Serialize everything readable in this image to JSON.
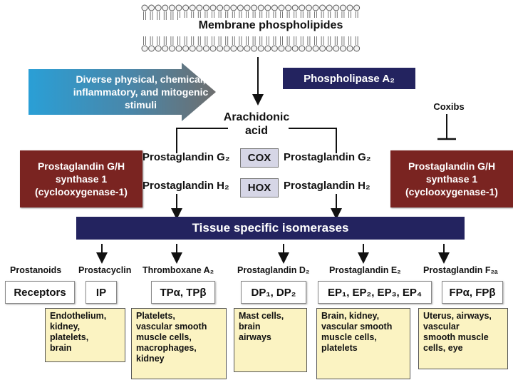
{
  "membrane": {
    "title": "Membrane phospholipides"
  },
  "stimuli": {
    "text": "Diverse physical, chemical, inflammatory, and mitogenic stimuli"
  },
  "phospholipase": {
    "label": "Phospholipase A₂"
  },
  "coxibs": {
    "label": "Coxibs"
  },
  "arachidonic": {
    "label": "Arachidonic acid"
  },
  "pghs_left": {
    "label": "Prostaglandin G/H synthase 1 (cyclooxygenase-1)"
  },
  "pghs_right": {
    "label": "Prostaglandin G/H synthase 1 (cyclooxygenase-1)"
  },
  "pg_g2": "Prostaglandin G₂",
  "pg_h2": "Prostaglandin H₂",
  "enzymes": {
    "cox": "COX",
    "hox": "HOX"
  },
  "isomerases": {
    "label": "Tissue specific isomerases"
  },
  "prostanoids": {
    "header": "Prostanoids",
    "items": [
      "Prostacyclin",
      "Thromboxane A₂",
      "Prostaglandin D₂",
      "Prostaglandin E₂",
      "Prostaglandin F₂ₐ"
    ]
  },
  "receptors": {
    "header": "Receptors",
    "items": [
      "IP",
      "TPα, TPβ",
      "DP₁, DP₂",
      "EP₁, EP₂, EP₃, EP₄",
      "FPα, FPβ"
    ]
  },
  "tissues": [
    "Endothelium,\nkidney,\nplatelets,\nbrain",
    "Platelets,\nvascular smooth\nmuscle cells,\nmacrophages,\nkidney",
    "Mast cells,\nbrain\nairways",
    "Brain, kidney,\nvascular smooth\nmuscle cells,\nplatelets",
    "Uterus, airways,\nvascular\nsmooth muscle\ncells, eye"
  ],
  "colors": {
    "navy": "#23235f",
    "maroon": "#7a2421",
    "tissue_fill": "#fbf3c2",
    "stimuli_gradient": [
      "#2a9fd6",
      "#707070"
    ]
  }
}
